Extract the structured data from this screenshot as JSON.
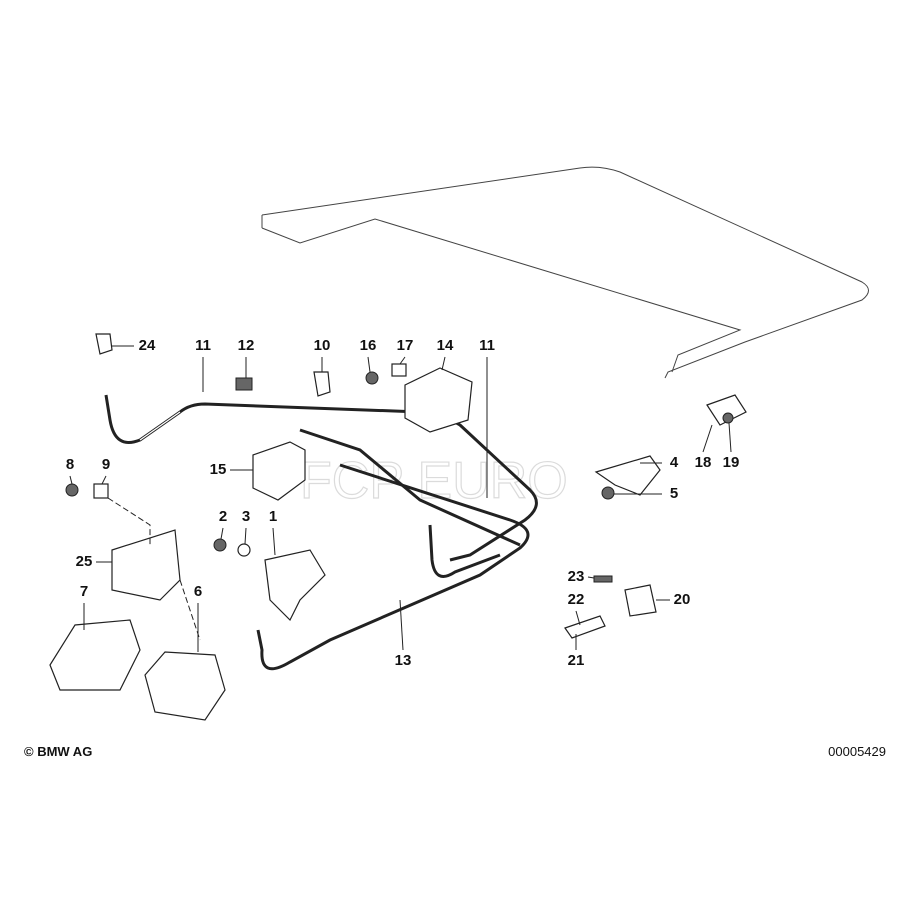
{
  "labels": {
    "l24": "24",
    "l11a": "11",
    "l12": "12",
    "l10": "10",
    "l16": "16",
    "l17": "17",
    "l14": "14",
    "l11b": "11",
    "l15": "15",
    "l8": "8",
    "l9": "9",
    "l2": "2",
    "l3": "3",
    "l1": "1",
    "l4": "4",
    "l18": "18",
    "l19": "19",
    "l5": "5",
    "l25": "25",
    "l7": "7",
    "l6": "6",
    "l13": "13",
    "l23": "23",
    "l22": "22",
    "l21": "21",
    "l20": "20"
  },
  "footer": {
    "copyright": "© BMW AG",
    "diagram_number": "00005429"
  },
  "watermark": "FCP EURO"
}
